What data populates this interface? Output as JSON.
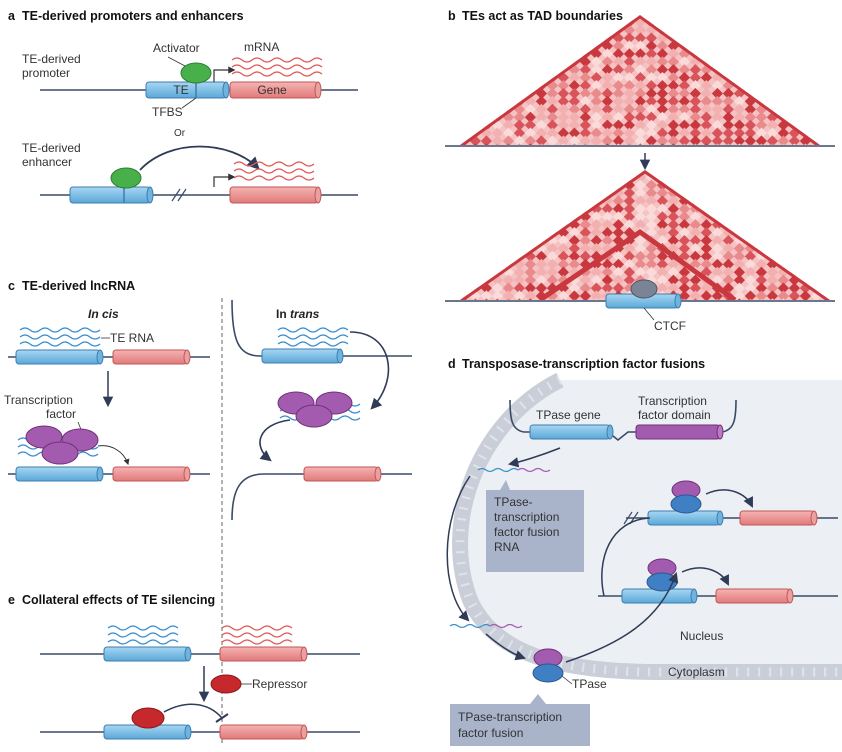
{
  "colors": {
    "te_blue": "#7fbfe6",
    "gene_red": "#ec8f8f",
    "activator_green": "#48b04a",
    "tf_purple": "#a35bb0",
    "repressor_red": "#c6282b",
    "tad_dark": "#c8383e",
    "nucleus_fill": "#eceff4",
    "ctcf_grey": "#7a8494",
    "callout_fill": "#a9b4cb"
  },
  "icons": [
    "heatmap-triangle",
    "wavy-rna",
    "dna-cylinder",
    "protein-blob",
    "curved-arrow"
  ],
  "panel_a": {
    "header_letter": "a",
    "header": "TE-derived promoters and enhancers",
    "promoter_label_1": "TE-derived",
    "promoter_label_2": "promoter",
    "enhancer_label_1": "TE-derived",
    "enhancer_label_2": "enhancer",
    "activator": "Activator",
    "mrna": "mRNA",
    "te": "TE",
    "gene": "Gene",
    "tfbs": "TFBS",
    "or": "Or"
  },
  "panel_b": {
    "header_letter": "b",
    "header": "TEs act as TAD boundaries",
    "ctcf": "CTCF"
  },
  "panel_c": {
    "header_letter": "c",
    "header": "TE-derived lncRNA",
    "in_cis": "In cis",
    "in_trans_prefix": "In ",
    "in_trans_italic": "trans",
    "te_rna": "TE RNA",
    "tf_1": "Transcription",
    "tf_2": "factor"
  },
  "panel_d": {
    "header_letter": "d",
    "header": "Transposase-transcription factor fusions",
    "tpase_gene": "TPase gene",
    "tf_domain_1": "Transcription",
    "tf_domain_2": "factor domain",
    "callout_rna": [
      "TPase-",
      "transcription",
      "factor fusion",
      "RNA"
    ],
    "nucleus": "Nucleus",
    "cytoplasm": "Cytoplasm",
    "tpase": "TPase",
    "callout_protein": [
      "TPase-transcription",
      "factor fusion"
    ]
  },
  "panel_e": {
    "header_letter": "e",
    "header": "Collateral effects of TE silencing",
    "repressor": "Repressor"
  }
}
